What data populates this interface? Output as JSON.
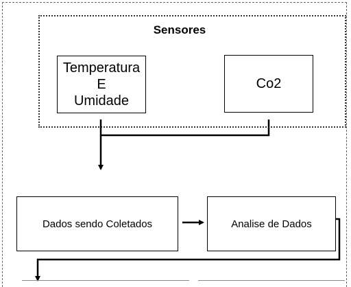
{
  "group": {
    "title": "Sensores"
  },
  "nodes": {
    "temperature": {
      "label": "Temperatura\nE\nUmidade"
    },
    "co2": {
      "label": "Co2"
    },
    "collecting": {
      "label": "Dados sendo Coletados"
    },
    "analysis": {
      "label": "Analise de Dados"
    }
  }
}
